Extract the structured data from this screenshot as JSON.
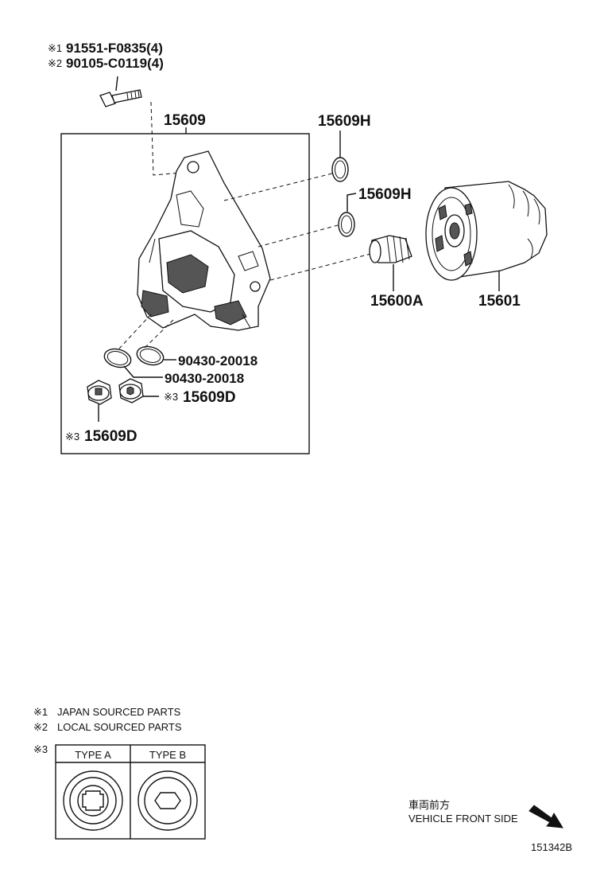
{
  "bolt_callouts": [
    {
      "mark": "※1",
      "text": "91551-F0835(4)"
    },
    {
      "mark": "※2",
      "text": "90105-C0119(4)"
    }
  ],
  "parts": {
    "bracket": "15609",
    "oring_upper": "15609H",
    "oring_lower": "15609H",
    "union": "15600A",
    "filter": "15601",
    "gasket_1": "90430-20018",
    "gasket_2": "90430-20018",
    "plug_right": {
      "mark": "※3",
      "text": "15609D"
    },
    "plug_left": {
      "mark": "※3",
      "text": "15609D"
    }
  },
  "notes": [
    {
      "mark": "※1",
      "text": "JAPAN SOURCED PARTS"
    },
    {
      "mark": "※2",
      "text": "LOCAL SOURCED PARTS"
    }
  ],
  "type_table": {
    "mark": "※3",
    "type_a": "TYPE A",
    "type_b": "TYPE B"
  },
  "direction": {
    "japanese": "車両前方",
    "english": "VEHICLE FRONT SIDE"
  },
  "diagram_id": "151342B"
}
